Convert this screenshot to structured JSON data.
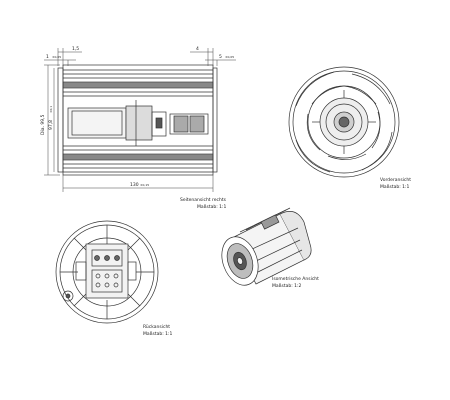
{
  "dimensions": {
    "left_pos": "1",
    "left_tol": "±0,05",
    "top_left": "1,5",
    "top_right": "4",
    "right_pos": "5",
    "right_tol": "±0,05",
    "dia_outer": "Dia. 99,5",
    "dia_inner": "97,8",
    "dia_inner_tol": "±0,1",
    "length": "130",
    "length_tol": "±0,15"
  },
  "views": {
    "side_title": "Seitenansicht rechts",
    "side_scale": "Maßstab: 1:1",
    "front_title": "Vorderansicht",
    "front_scale": "Maßstab: 1:1",
    "rear_title": "Rückansicht",
    "rear_scale": "Maßstab: 1:1",
    "iso_title": "Isometrische Ansicht",
    "iso_scale": "Maßstab: 1:2"
  }
}
